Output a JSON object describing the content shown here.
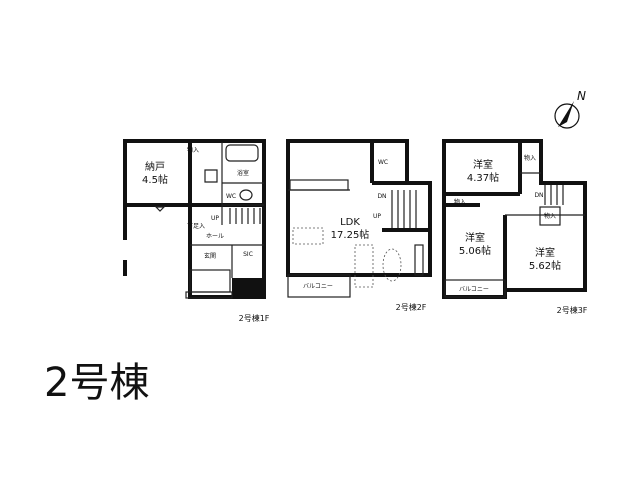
{
  "building_title": "2号棟",
  "compass": {
    "label": "N",
    "icon": "north-arrow-icon"
  },
  "floors": [
    {
      "caption": "2号棟1F",
      "rooms": [
        {
          "name": "納戸",
          "size": "4.5帖"
        },
        {
          "name": "浴室"
        },
        {
          "name": "WC"
        },
        {
          "name": "UP"
        },
        {
          "name": "ホール"
        },
        {
          "name": "玄関"
        },
        {
          "name": "SIC"
        },
        {
          "name": "物入"
        },
        {
          "name": "下足入"
        }
      ]
    },
    {
      "caption": "2号棟2F",
      "rooms": [
        {
          "name": "LDK",
          "size": "17.25帖"
        },
        {
          "name": "WC"
        },
        {
          "name": "DN"
        },
        {
          "name": "UP"
        },
        {
          "name": "バルコニー"
        }
      ]
    },
    {
      "caption": "2号棟3F",
      "rooms": [
        {
          "name": "洋室",
          "size": "4.37帖"
        },
        {
          "name": "洋室",
          "size": "5.06帖"
        },
        {
          "name": "洋室",
          "size": "5.62帖"
        },
        {
          "name": "物入"
        },
        {
          "name": "物入"
        },
        {
          "name": "物入"
        },
        {
          "name": "DN"
        },
        {
          "name": "バルコニー"
        }
      ]
    }
  ]
}
